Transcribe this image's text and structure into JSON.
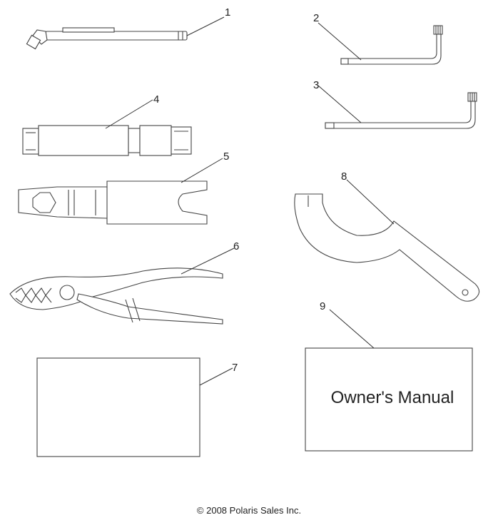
{
  "callouts": {
    "c1": "1",
    "c2": "2",
    "c3": "3",
    "c4": "4",
    "c5": "5",
    "c6": "6",
    "c7": "7",
    "c8": "8",
    "c9": "9"
  },
  "owners_manual_title": "Owner's Manual",
  "copyright": "© 2008 Polaris Sales Inc."
}
